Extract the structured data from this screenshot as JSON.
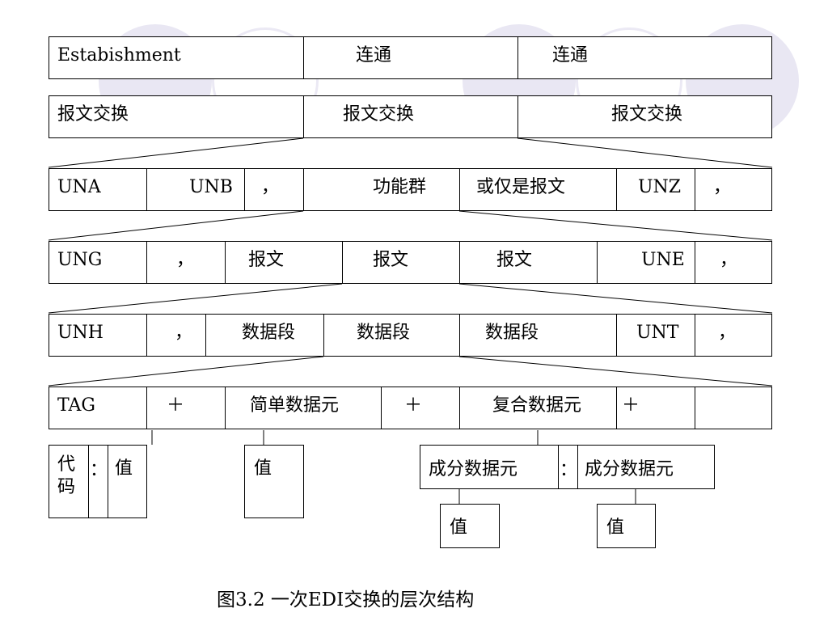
{
  "rows": {
    "r1": [
      "Estabishment",
      "连通",
      "连通"
    ],
    "r2": [
      "报文交换",
      "报文交换",
      "报文交换"
    ],
    "r3": [
      "UNA",
      "UNB",
      "，",
      "功能群",
      "或仅是报文",
      "UNZ",
      "，"
    ],
    "r4": [
      "UNG",
      "，",
      "报文",
      "报文",
      "报文",
      "UNE",
      "，"
    ],
    "r5": [
      "UNH",
      "，",
      "数据段",
      "数据段",
      "数据段",
      "UNT",
      "，"
    ],
    "r6": [
      "TAG",
      "＋",
      "简单数据元",
      "＋",
      "复合数据元",
      "＋",
      ""
    ]
  },
  "details": {
    "code": "代码",
    "colon": "：",
    "value": "值",
    "simple_value": "值",
    "component_1": "成分数据元",
    "component_colon": "：",
    "component_2": "成分数据元",
    "component_value_1": "值",
    "component_value_2": "值"
  },
  "caption": "图3.2 一次EDI交换的层次结构",
  "colors": {
    "line": "#000000",
    "background_circle": "#e9e7f3"
  }
}
